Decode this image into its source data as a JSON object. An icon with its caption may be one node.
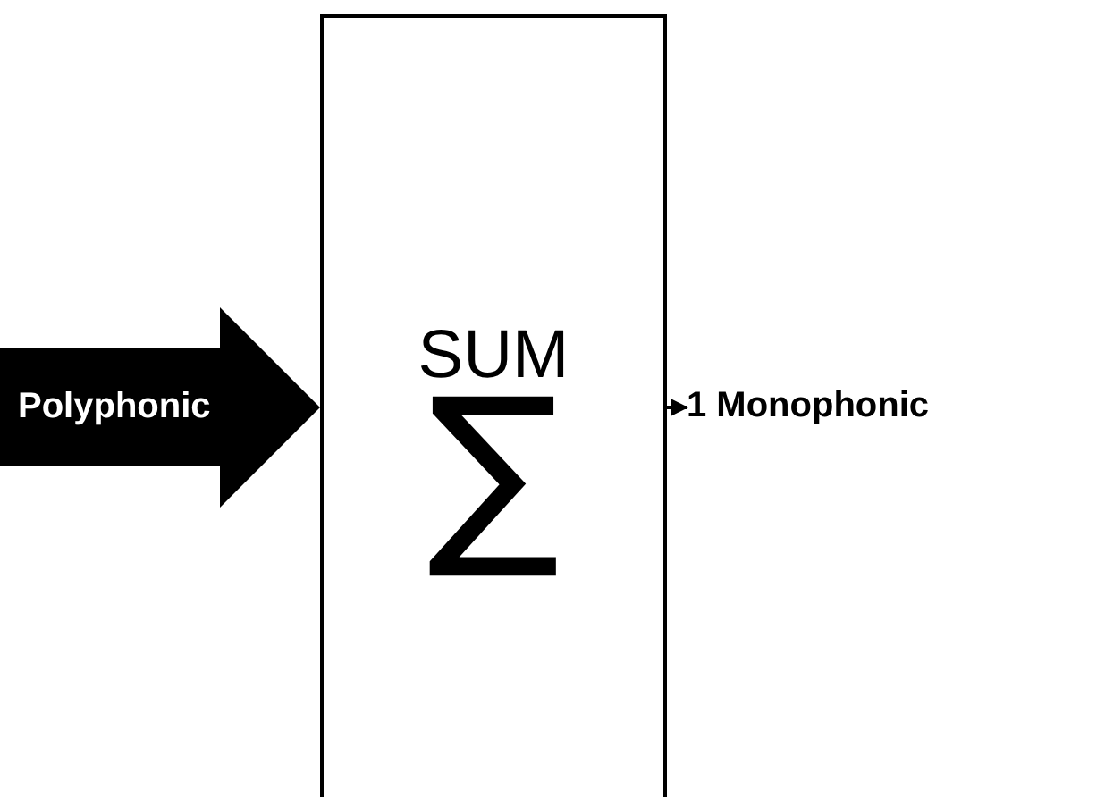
{
  "diagram": {
    "nodes": [
      {
        "text": [
          "SUM",
          "∑"
        ]
      },
      {
        "text": [
          "1 Monophonic"
        ]
      }
    ],
    "edges": [
      {
        "from": null,
        "to": 0,
        "arrow": "to",
        "label": "Polyphonic",
        "style": "thick"
      },
      {
        "from": 0,
        "to": 1,
        "arrow": "to"
      }
    ]
  }
}
